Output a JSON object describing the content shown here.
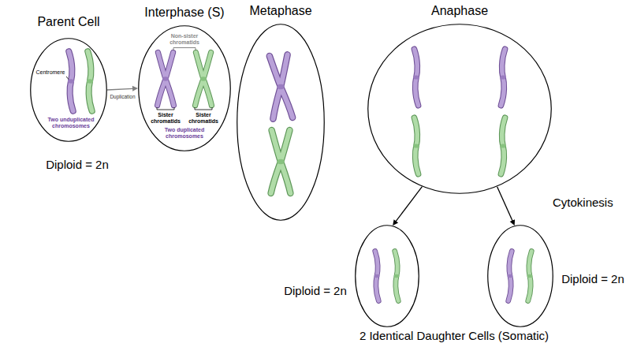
{
  "diagram": {
    "nodes": [
      {
        "text": [
          "Parent Cell",
          "Centromere",
          "Two unduplicated chromosomes",
          "Diploid = 2n"
        ]
      },
      {
        "text": [
          "Interphase (S)",
          "Non-sister chromatids",
          "Sister chromatids",
          "Sister chromatids",
          "Two duplicated chromosomes"
        ]
      },
      {
        "text": [
          "Metaphase"
        ]
      },
      {
        "text": [
          "Anaphase"
        ]
      },
      {
        "text": [
          "Diploid = 2n"
        ]
      },
      {
        "text": [
          "Diploid = 2n"
        ]
      }
    ],
    "edges": [
      {
        "from": 0,
        "to": 1,
        "arrow": "to",
        "label": "Duplication"
      },
      {
        "from": 3,
        "to": 4,
        "arrow": "to"
      },
      {
        "from": 3,
        "to": 5,
        "arrow": "to"
      }
    ],
    "labels": [
      "Cytokinesis",
      "2 Identical Daughter Cells (Somatic)"
    ]
  }
}
